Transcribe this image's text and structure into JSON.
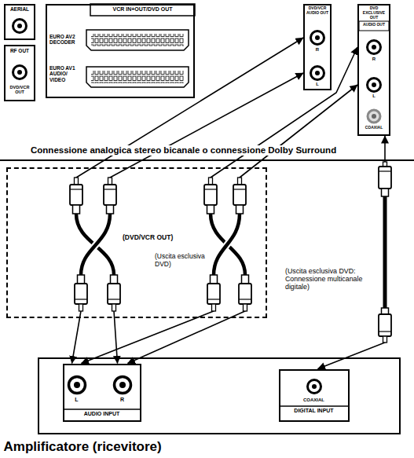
{
  "diagram": {
    "title": "Connessione analogica stereo bicanale o connessione Dolby Surround",
    "nodes": [
      {
        "text": [
          "AERIAL"
        ]
      },
      {
        "text": [
          "RF OUT",
          "DVD/VCR OUT"
        ]
      },
      {
        "text": [
          "VCR IN+OUT/DVD OUT",
          "EURO AV2 DECODER",
          "EURO AV1 AUDIO/ VIDEO"
        ]
      },
      {
        "text": [
          "DVD/VCR AUDIO OUT",
          "R",
          "L"
        ]
      },
      {
        "text": [
          "DVD EXCLUSIVE OUT",
          "AUDIO OUT",
          "R",
          "L",
          "COAXIAL"
        ]
      },
      {
        "text": [
          "(DVD/VCR OUT)",
          "(Uscita esclusiva DVD)"
        ]
      },
      {
        "text": [
          "Amplificatore (ricevitore)"
        ]
      },
      {
        "text": [
          "L",
          "R",
          "AUDIO INPUT"
        ],
        "in": 6
      },
      {
        "text": [
          "COAXIAL",
          "DIGITAL INPUT"
        ],
        "in": 6
      }
    ],
    "edges": [
      {
        "from": 3,
        "to": 7,
        "arrow": "both"
      },
      {
        "from": 3,
        "to": 7,
        "arrow": "both"
      },
      {
        "from": 4,
        "to": 7,
        "arrow": "both"
      },
      {
        "from": 4,
        "to": 7,
        "arrow": "both"
      },
      {
        "from": 4,
        "to": 8,
        "arrow": "both"
      }
    ],
    "labels": [
      "(Uscita esclusiva DVD: Connessione multicanale digitale)"
    ]
  }
}
